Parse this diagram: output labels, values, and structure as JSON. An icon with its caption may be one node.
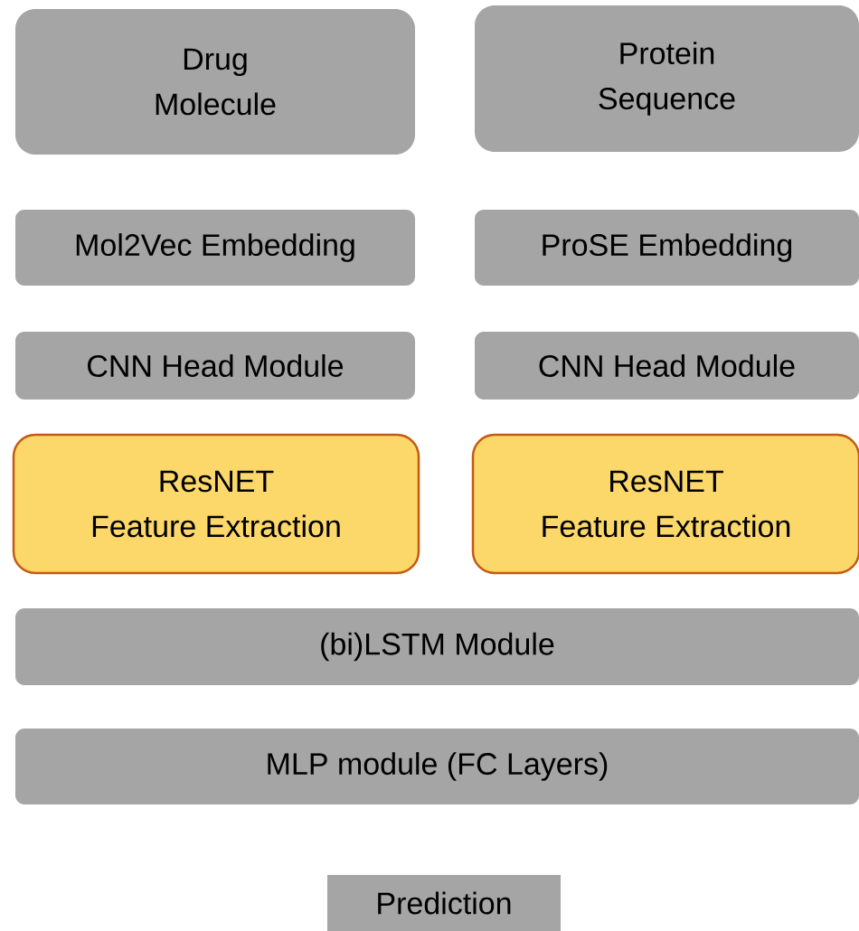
{
  "diagram": {
    "nodes": [
      {
        "text": [
          "Drug Molecule"
        ]
      },
      {
        "text": [
          "Protein Sequence"
        ]
      },
      {
        "text": [
          "Mol2Vec Embedding"
        ]
      },
      {
        "text": [
          "ProSE Embedding"
        ]
      },
      {
        "text": [
          "CNN Head Module"
        ]
      },
      {
        "text": [
          "CNN Head Module"
        ]
      },
      {
        "text": [
          "ResNET",
          "Feature Extraction"
        ]
      },
      {
        "text": [
          "ResNET",
          "Feature Extraction"
        ]
      },
      {
        "text": [
          "(bi)LSTM Module"
        ]
      },
      {
        "text": [
          "MLP module (FC Layers)"
        ]
      },
      {
        "text": [
          "Prediction"
        ]
      }
    ]
  }
}
